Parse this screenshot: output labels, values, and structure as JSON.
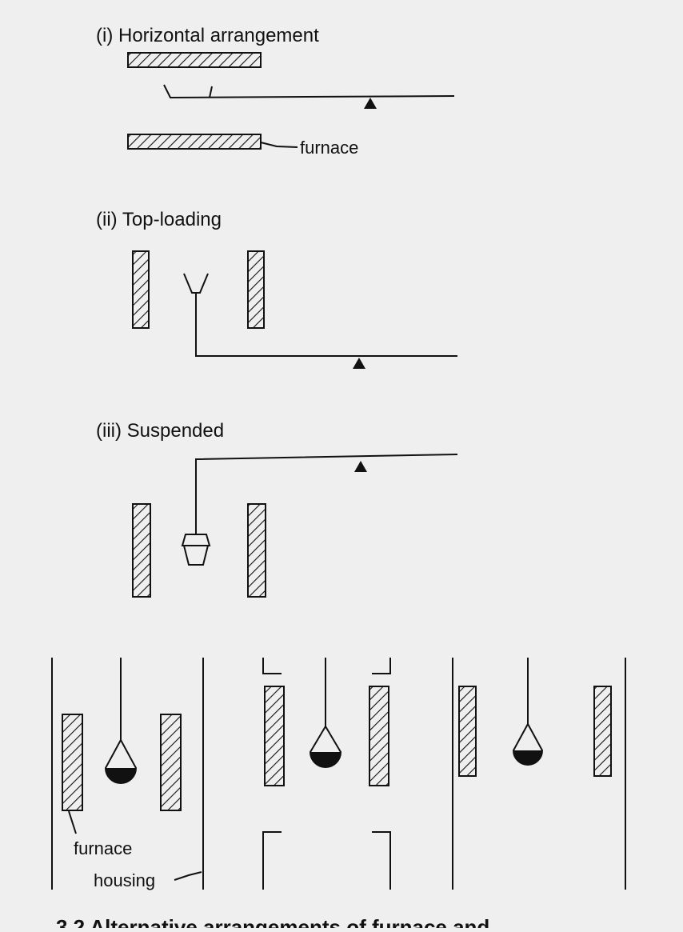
{
  "panels": {
    "horizontal": {
      "heading": "(i) Horizontal arrangement",
      "furnace_label": "furnace"
    },
    "top_loading": {
      "heading": "(ii) Top-loading"
    },
    "suspended": {
      "heading": "(iii) Suspended"
    }
  },
  "bottom_row": {
    "furnace_label": "furnace",
    "housing_label": "housing"
  },
  "caption": "3.2 Alternative arrangements of furnace and ...",
  "colors": {
    "background": "#efefef",
    "ink": "#111111",
    "hatch": "#111111"
  },
  "icons": [
    "fulcrum-triangle-icon",
    "crucible-icon",
    "sample-bulb-icon"
  ]
}
